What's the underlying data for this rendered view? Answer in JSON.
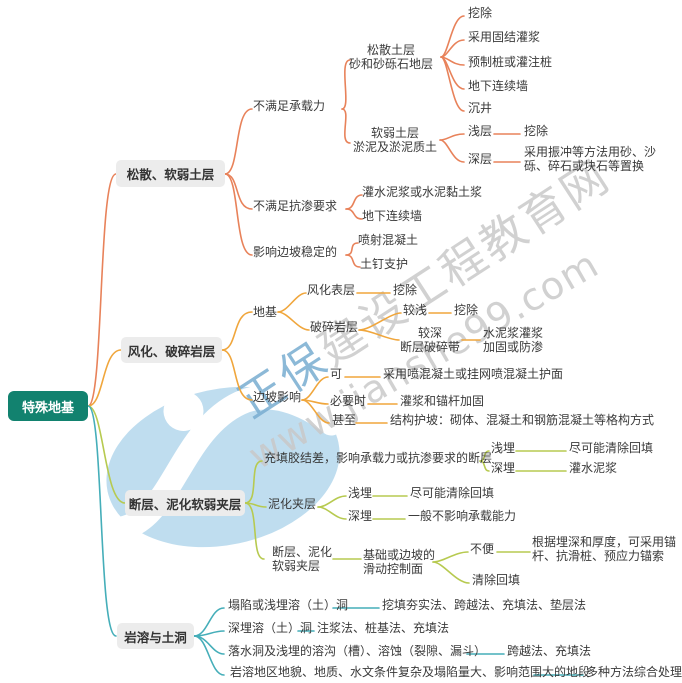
{
  "root": {
    "label": "特殊地基"
  },
  "colors": {
    "branch1": "#E8825A",
    "branch2": "#F0A63C",
    "branch3": "#B7CA50",
    "branch4": "#45AEB9",
    "root_fill": "#12826F",
    "bubble_fill": "#ECECEC",
    "text": "#3A3A3A",
    "watermark_gray": "#C9C9C9",
    "watermark_blue": "#79ADD1",
    "logo_blue": "#BFDDEF"
  },
  "watermark": {
    "brand_prefix": "正保",
    "brand_suffix": "建设工程教育网",
    "url": "www.jianshe99.com"
  },
  "branch1": {
    "label": "松散、软弱土层",
    "bearing": {
      "label": "不满足承载力",
      "loose": {
        "line1": "松散土层",
        "line2": "砂和砂砾石地层",
        "leaves": [
          "挖除",
          "采用固结灌浆",
          "预制桩或灌注桩",
          "地下连续墙",
          "沉井"
        ]
      },
      "soft": {
        "line1": "软弱土层",
        "line2": "淤泥及淤泥质土",
        "shallow": {
          "label": "浅层",
          "leaf": "挖除"
        },
        "deep": {
          "label": "深层",
          "leaf_line1": "采用振冲等方法用砂、沙",
          "leaf_line2": "砾、碎石或块石等置换"
        }
      }
    },
    "seepage": {
      "label": "不满足抗渗要求",
      "leaves": [
        "灌水泥浆或水泥黏土浆",
        "地下连续墙"
      ]
    },
    "slope": {
      "label": "影响边坡稳定的",
      "leaves": [
        "喷射混凝土",
        "土钉支护"
      ]
    }
  },
  "branch2": {
    "label": "风化、破碎岩层",
    "foundation": {
      "label": "地基",
      "weathered": {
        "label": "风化表层",
        "leaf": "挖除"
      },
      "broken": {
        "label": "破碎岩层",
        "shallow": {
          "label": "较浅",
          "leaf": "挖除"
        },
        "deep": {
          "line1": "较深",
          "line2": "断层破碎带",
          "leaf_line1": "水泥浆灌浆",
          "leaf_line2": "加固或防渗"
        }
      }
    },
    "slope": {
      "label": "边坡影响",
      "may": {
        "label": "可",
        "leaf": "采用喷混凝土或挂网喷混凝土护面"
      },
      "necessary": {
        "label": "必要时",
        "leaf": "灌浆和锚杆加固"
      },
      "even": {
        "label": "甚至",
        "leaf": "结构护坡：砌体、混凝土和钢筋混凝土等格构方式"
      }
    }
  },
  "branch3": {
    "label": "断层、泥化软弱夹层",
    "fault": {
      "label": "充填胶结差，影响承载力或抗渗要求的断层",
      "shallow": {
        "label": "浅埋",
        "leaf": "尽可能清除回填"
      },
      "deep": {
        "label": "深埋",
        "leaf": "灌水泥浆"
      }
    },
    "mud": {
      "label": "泥化夹层",
      "shallow": {
        "label": "浅埋",
        "leaf": "尽可能清除回填"
      },
      "deep": {
        "label": "深埋",
        "leaf": "一般不影响承载能力"
      }
    },
    "slide": {
      "line1": "断层、泥化",
      "line2": "软弱夹层",
      "plane": {
        "line1": "基础或边坡的",
        "line2": "滑动控制面",
        "inconvenient": {
          "label": "不便",
          "leaf_line1": "根据埋深和厚度，可采用锚",
          "leaf_line2": "杆、抗滑桩、预应力锚索"
        },
        "clear": {
          "label": "清除回填"
        }
      }
    }
  },
  "branch4": {
    "label": "岩溶与土洞",
    "items": [
      {
        "label": "塌陷或浅埋溶（土）洞",
        "leaf": "挖填夯实法、跨越法、充填法、垫层法"
      },
      {
        "label": "深埋溶（土）洞",
        "leaf": "注浆法、桩基法、充填法"
      },
      {
        "label": "落水洞及浅埋的溶沟（槽）、溶蚀（裂隙、漏斗）",
        "leaf": "跨越法、充填法"
      },
      {
        "label": "岩溶地区地貌、地质、水文条件复杂及塌陷量大、影响范围大的地段",
        "leaf": "多种方法综合处理"
      }
    ]
  }
}
